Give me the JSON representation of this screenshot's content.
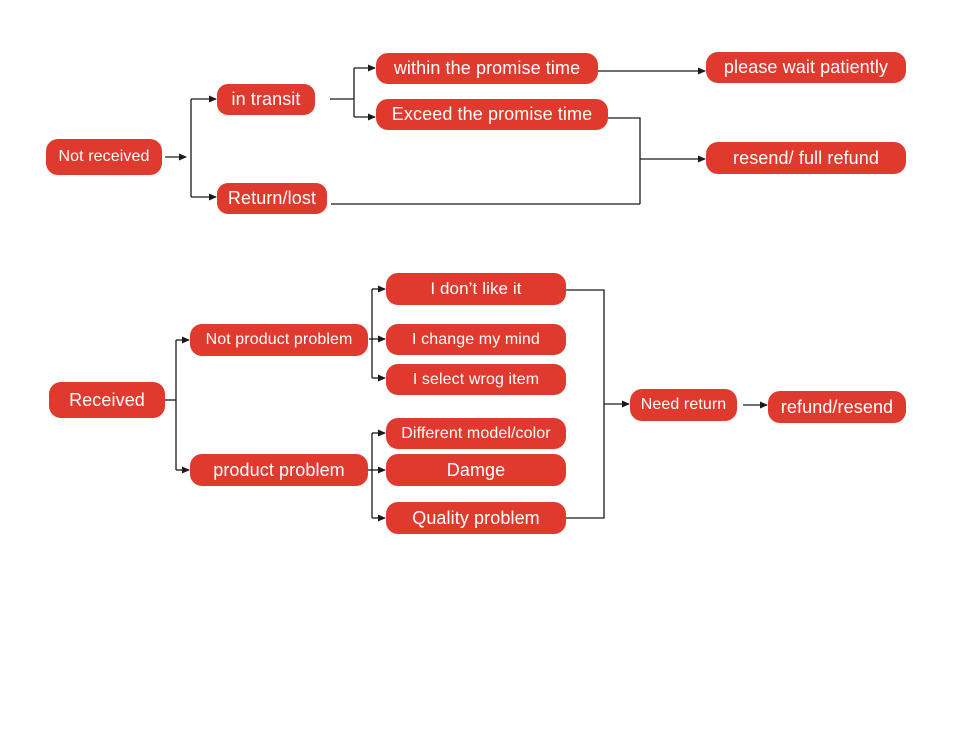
{
  "colors": {
    "node_fill": "#e03a2f",
    "node_text": "#ffffff",
    "connector": "#1a1a1a",
    "background": "#ffffff"
  },
  "not_received_flow": {
    "root": "Not received",
    "in_transit": "in transit",
    "return_lost": "Return/lost",
    "within_promise_time": "within the promise time",
    "exceed_promise_time": "Exceed the promise time",
    "please_wait": "please wait patiently",
    "resend_full_refund": "resend/ full refund"
  },
  "received_flow": {
    "root": "Received",
    "not_product_problem": "Not product problem",
    "product_problem": "product problem",
    "dont_like": "I don’t like it",
    "change_mind": "I change my mind",
    "select_wrong": "I select wrog item",
    "different_model": "Different model/color",
    "damage": "Damge",
    "quality": "Quality problem",
    "need_return": "Need return",
    "refund_resend": "refund/resend"
  }
}
